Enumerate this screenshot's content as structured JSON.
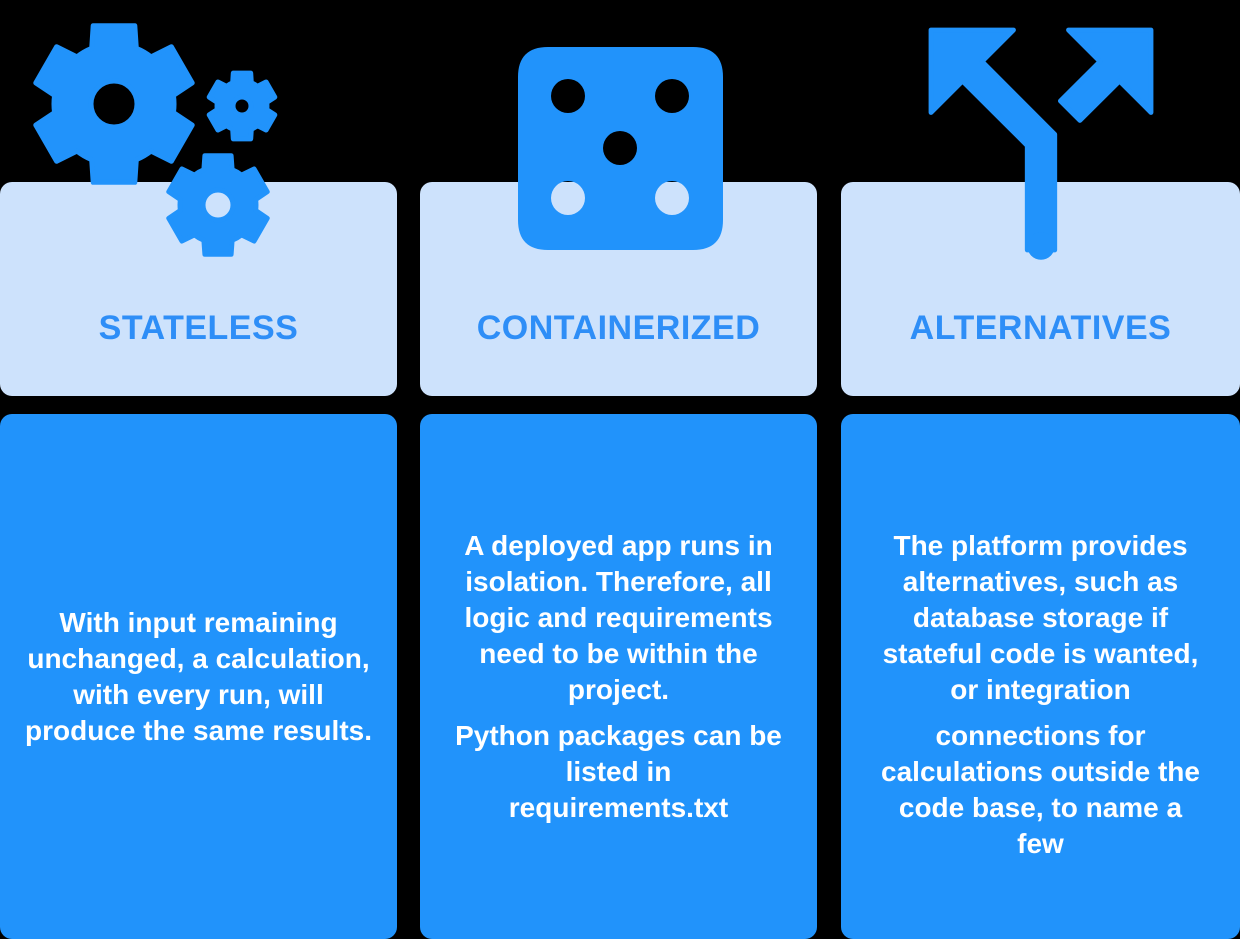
{
  "colors": {
    "background": "#000000",
    "accent": "#2193fb",
    "header_bg": "#cde2fc",
    "title": "#2e8ef7",
    "body_bg": "#2193fb",
    "body_text": "#ffffff"
  },
  "columns": [
    {
      "title": "STATELESS",
      "icon": "gears-icon",
      "paragraphs": [
        "With input remaining\nunchanged, a calculation,\nwith every run, will\nproduce the same results."
      ]
    },
    {
      "title": "CONTAINERIZED",
      "icon": "dice-icon",
      "paragraphs": [
        "A deployed app runs in\nisolation. Therefore, all\nlogic and requirements\nneed to be within the\nproject.",
        "Python packages can be\nlisted in\nrequirements.txt"
      ]
    },
    {
      "title": "ALTERNATIVES",
      "icon": "split-arrows-icon",
      "paragraphs": [
        "The platform provides\nalternatives, such as\ndatabase storage if\nstateful code is wanted,\nor integration",
        "connections for\ncalculations outside the\ncode base, to name a\nfew"
      ]
    }
  ]
}
